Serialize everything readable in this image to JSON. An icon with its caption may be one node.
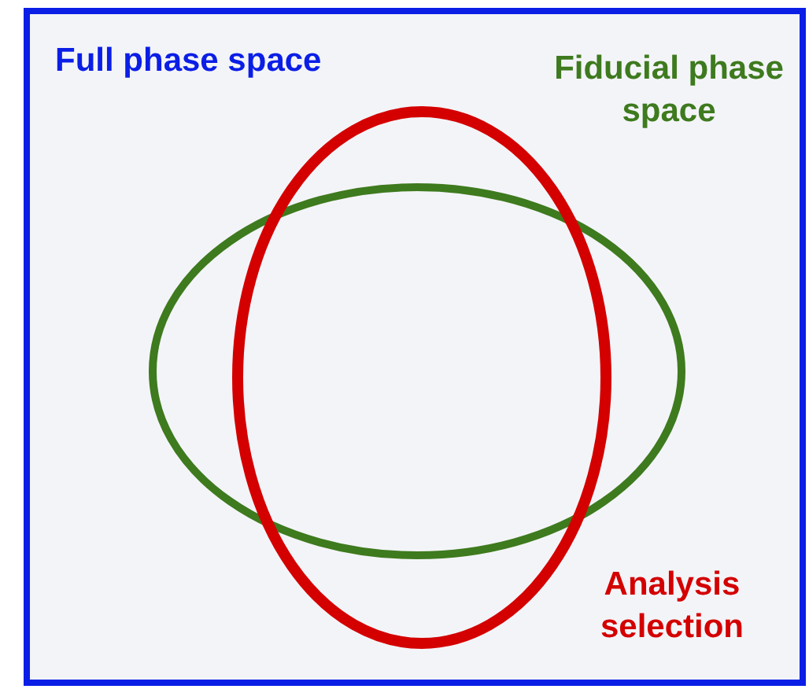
{
  "diagram": {
    "nodes": [
      {
        "text": [
          "Full phase space"
        ]
      },
      {
        "text": [
          "Fiducial phase space"
        ],
        "in": 0
      },
      {
        "text": [
          "Analysis selection"
        ],
        "in": 0
      }
    ]
  }
}
